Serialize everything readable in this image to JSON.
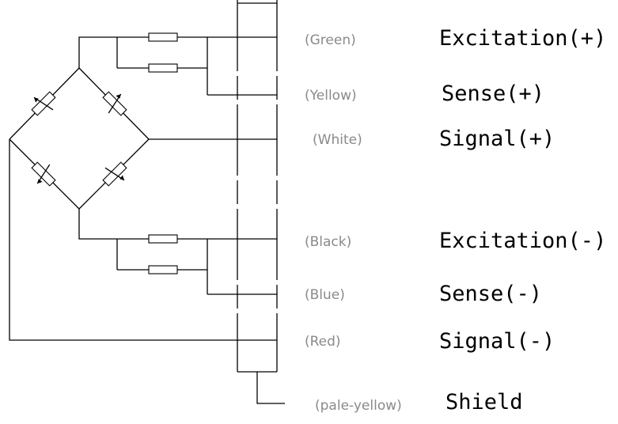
{
  "wires": [
    {
      "id": "excitation-pos",
      "color_label": "(Green)",
      "signal_label": "Excitation(+)"
    },
    {
      "id": "sense-pos",
      "color_label": "(Yellow)",
      "signal_label": "Sense(+)"
    },
    {
      "id": "signal-pos",
      "color_label": "(White)",
      "signal_label": "Signal(+)"
    },
    {
      "id": "excitation-neg",
      "color_label": "(Black)",
      "signal_label": "Excitation(-)"
    },
    {
      "id": "sense-neg",
      "color_label": "(Blue)",
      "signal_label": "Sense(-)"
    },
    {
      "id": "signal-neg",
      "color_label": "(Red)",
      "signal_label": "Signal(-)"
    },
    {
      "id": "shield",
      "color_label": "(pale-yellow)",
      "signal_label": "Shield"
    }
  ]
}
